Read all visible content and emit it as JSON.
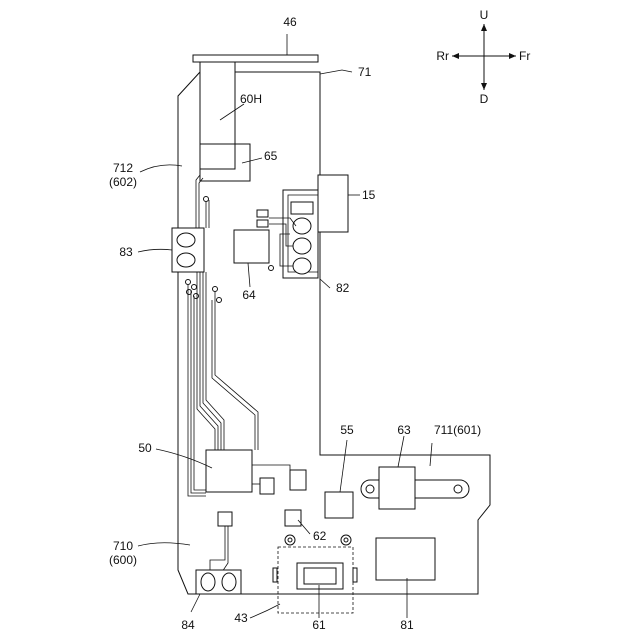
{
  "labels": {
    "ref_46": "46",
    "ref_71": "71",
    "ref_60H": "60H",
    "ref_65": "65",
    "ref_712": "712",
    "ref_602": "(602)",
    "ref_15": "15",
    "ref_83": "83",
    "ref_64": "64",
    "ref_82": "82",
    "ref_55": "55",
    "ref_63": "63",
    "ref_711": "711(601)",
    "ref_50": "50",
    "ref_62": "62",
    "ref_710": "710",
    "ref_600": "(600)",
    "ref_84": "84",
    "ref_43": "43",
    "ref_61": "61",
    "ref_81": "81"
  },
  "compass": {
    "up": "U",
    "down": "D",
    "rear": "Rr",
    "front": "Fr"
  }
}
